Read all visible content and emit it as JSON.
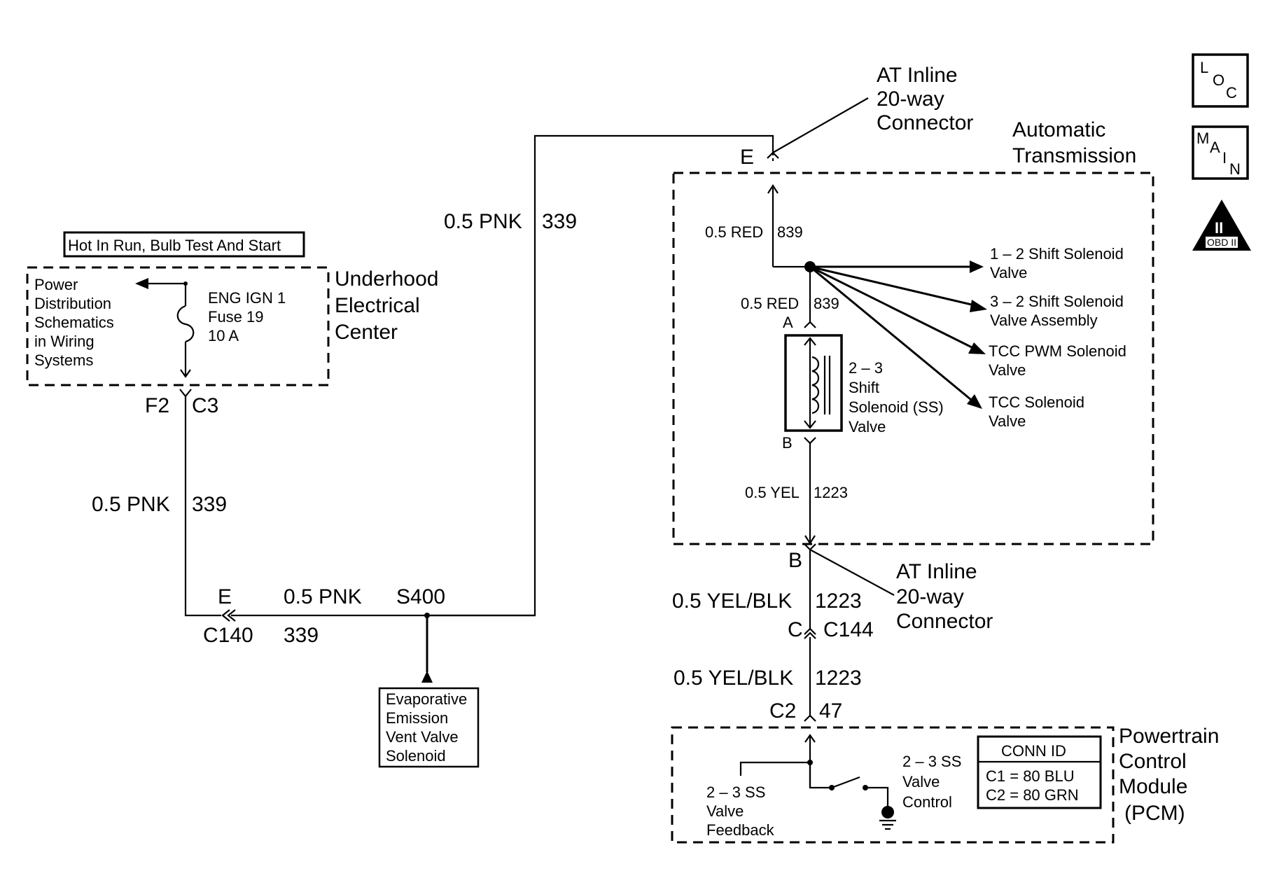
{
  "labels": {
    "at_inline_top": [
      "AT Inline",
      "20-way",
      "Connector"
    ],
    "automatic_transmission": [
      "Automatic",
      "Transmission"
    ],
    "hot_in_run": "Hot In Run, Bulb Test And Start",
    "power_distribution": [
      "Power",
      "Distribution",
      "Schematics",
      "in Wiring",
      "Systems"
    ],
    "fuse": [
      "ENG IGN 1",
      "Fuse 19",
      "10 A"
    ],
    "underhood": [
      "Underhood",
      "Electrical",
      "Center"
    ],
    "f2": "F2",
    "c3": "C3",
    "top_wire_color": "0.5 PNK",
    "top_wire_circuit": "339",
    "left_wire_color": "0.5 PNK",
    "left_wire_circuit": "339",
    "conn_e_left": "E",
    "c140": "C140",
    "bottom_wire_color": "0.5 PNK",
    "bottom_wire_circuit": "339",
    "s400": "S400",
    "evap": [
      "Evaporative",
      "Emission",
      "Vent Valve",
      "Solenoid"
    ],
    "conn_e_top": "E",
    "red_839_upper_color": "0.5 RED",
    "red_839_upper_circuit": "839",
    "red_839_lower_color": "0.5 RED",
    "red_839_lower_circuit": "839",
    "pin_a": "A",
    "pin_b": "B",
    "shift_12": [
      "1 – 2 Shift Solenoid",
      "Valve"
    ],
    "shift_32": [
      "3 – 2 Shift Solenoid",
      "Valve  Assembly"
    ],
    "tcc_pwm": [
      "TCC PWM Solenoid",
      "Valve"
    ],
    "tcc": [
      "TCC Solenoid",
      "Valve"
    ],
    "ss_valve": [
      "2 – 3",
      "Shift",
      "Solenoid (SS)",
      "Valve"
    ],
    "yel_color": "0.5 YEL",
    "yel_circuit": "1223",
    "conn_b": "B",
    "at_inline_bottom": [
      "AT Inline",
      "20-way",
      "Connector"
    ],
    "yelblk_upper_color": "0.5 YEL/BLK",
    "yelblk_upper_circuit": "1223",
    "conn_c": "C",
    "c144": "C144",
    "yelblk_lower_color": "0.5 YEL/BLK",
    "yelblk_lower_circuit": "1223",
    "c2": "C2",
    "pin_47": "47",
    "feedback": [
      "2 – 3 SS",
      "Valve",
      "Feedback"
    ],
    "control": [
      "2 – 3 SS",
      "Valve",
      "Control"
    ],
    "conn_id_title": "CONN ID",
    "conn_id_c1": "C1 = 80 BLU",
    "conn_id_c2": "C2 = 80 GRN",
    "pcm": [
      "Powertrain",
      "Control",
      "Module",
      "(PCM)"
    ],
    "loc_icon": [
      "L",
      "O",
      "C"
    ],
    "main_icon": [
      "M",
      "A",
      "I",
      "N"
    ],
    "obd_icon": [
      "II",
      "OBD II"
    ]
  }
}
